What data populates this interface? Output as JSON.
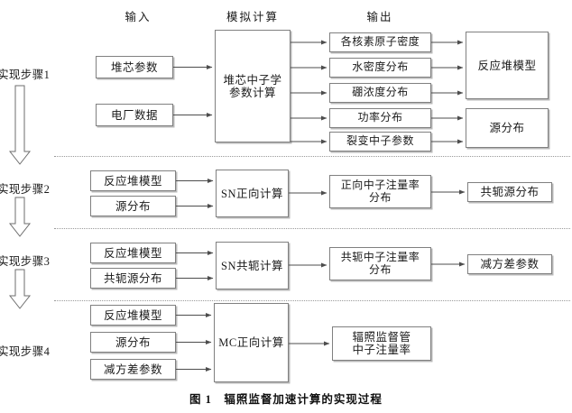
{
  "figure": {
    "caption": "图 1　辐照监督加速计算的实现过程",
    "headers": [
      {
        "label": "输入"
      },
      {
        "label": "模拟计算"
      },
      {
        "label": "输出"
      }
    ],
    "step_labels": [
      {
        "label": "实现步骤1"
      },
      {
        "label": "实现步骤2"
      },
      {
        "label": "实现步骤3"
      },
      {
        "label": "实现步骤4"
      }
    ]
  },
  "stage1": {
    "inputs": [
      {
        "label": "堆芯参数"
      },
      {
        "label": "电厂数据"
      }
    ],
    "process": {
      "label": "堆芯中子学\n参数计算",
      "line1": "堆芯中子学",
      "line2": "参数计算"
    },
    "outputs": [
      {
        "label": "各核素原子密度"
      },
      {
        "label": "水密度分布"
      },
      {
        "label": "硼浓度分布"
      },
      {
        "label": "功率分布"
      },
      {
        "label": "裂变中子参数"
      }
    ],
    "results": [
      {
        "label": "反应堆模型"
      },
      {
        "label": "源分布"
      }
    ]
  },
  "stage2": {
    "inputs": [
      {
        "label": "反应堆模型"
      },
      {
        "label": "源分布"
      }
    ],
    "process": {
      "label": "SN正向计算"
    },
    "output": {
      "line1": "正向中子注量率",
      "line2": "分布"
    },
    "result": {
      "label": "共轭源分布"
    }
  },
  "stage3": {
    "inputs": [
      {
        "label": "反应堆模型"
      },
      {
        "label": "共轭源分布"
      }
    ],
    "process": {
      "label": "SN共轭计算"
    },
    "output": {
      "line1": "共轭中子注量率",
      "line2": "分布"
    },
    "result": {
      "label": "减方差参数"
    }
  },
  "stage4": {
    "inputs": [
      {
        "label": "反应堆模型"
      },
      {
        "label": "源分布"
      },
      {
        "label": "减方差参数"
      }
    ],
    "process": {
      "label": "MC正向计算"
    },
    "output": {
      "line1": "辐照监督管",
      "line2": "中子注量率"
    }
  },
  "colors": {
    "box_border": "#808080",
    "box_shadow": "#b9b9b9",
    "line": "#4d4d4d",
    "divider": "#9a9a9a",
    "text": "#1a1a1a"
  }
}
